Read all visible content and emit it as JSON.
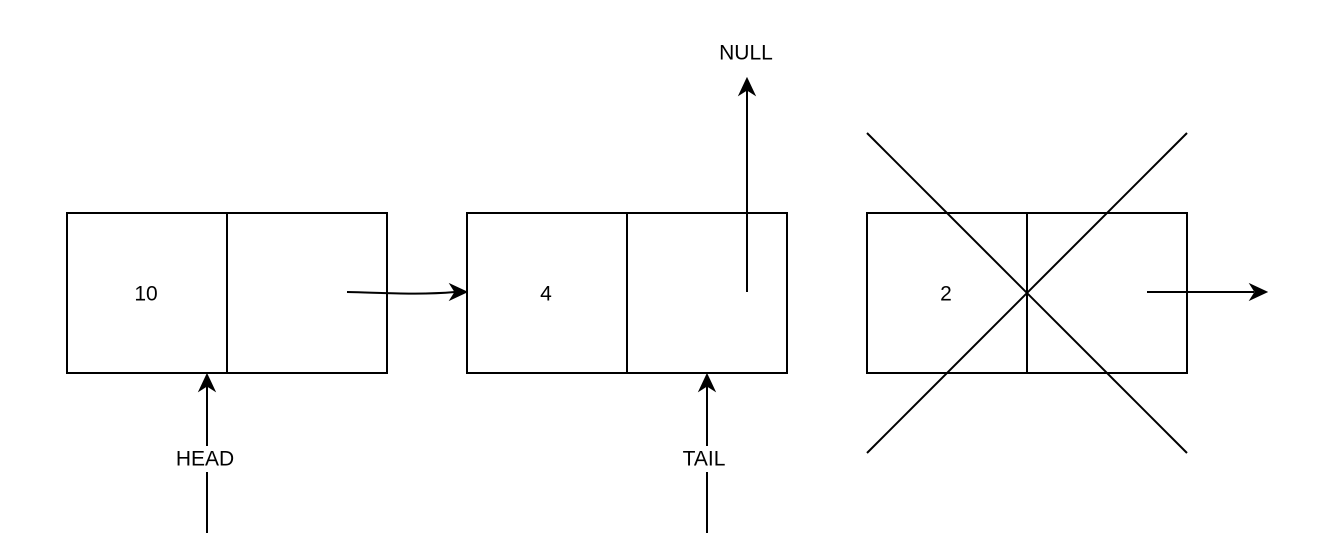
{
  "nodes": [
    {
      "value": "10"
    },
    {
      "value": "4"
    },
    {
      "value": "2",
      "deleted": true
    }
  ],
  "pointers": {
    "head": "HEAD",
    "tail": "TAIL",
    "null": "NULL"
  },
  "colors": {
    "stroke": "#000000",
    "background": "#ffffff"
  }
}
